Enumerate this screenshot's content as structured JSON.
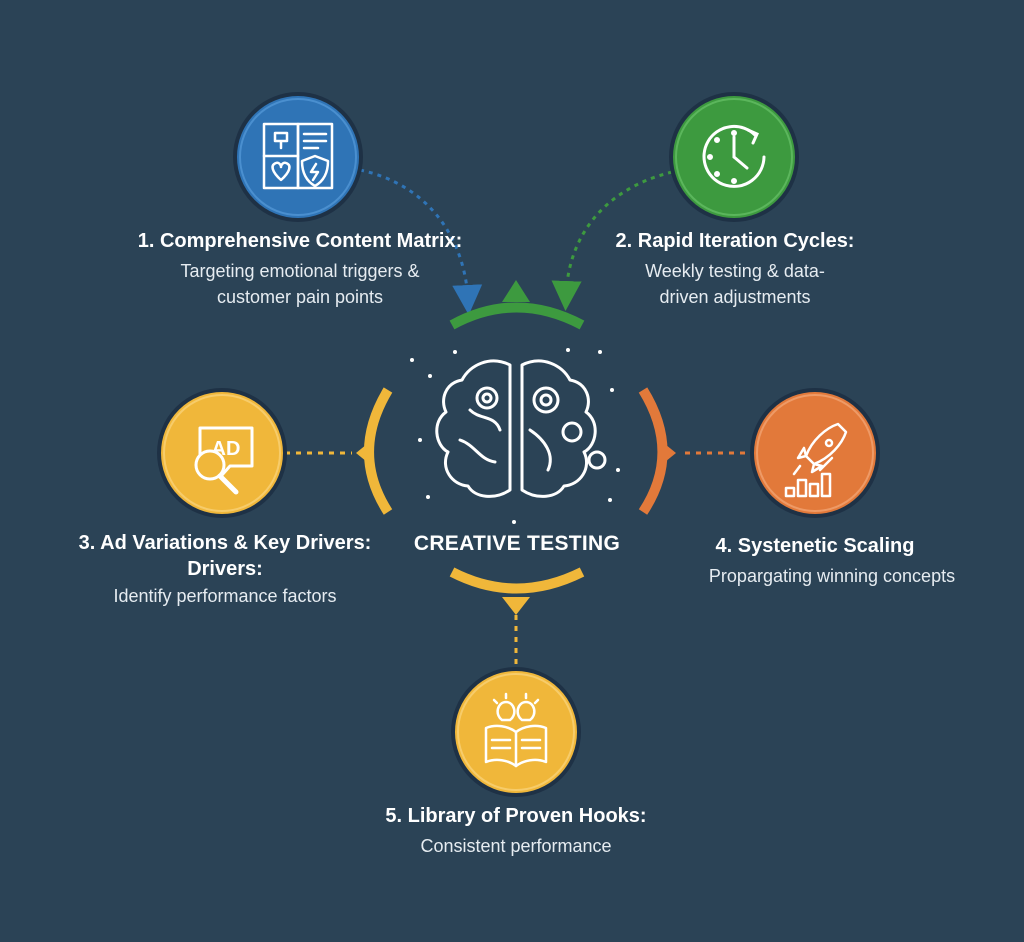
{
  "center": {
    "label": "CREATIVE TESTING"
  },
  "colors": {
    "background": "#2b4356",
    "blue": "#2f74b6",
    "green": "#3d9a3f",
    "yellow": "#f0b73a",
    "orange": "#e2793a"
  },
  "steps": [
    {
      "title": "1. Comprehensive Content Matrix:",
      "desc_line1": "Targeting emotional triggers &",
      "desc_line2": "customer pain points",
      "icon": "content-matrix-icon",
      "color": "#2f74b6"
    },
    {
      "title": "2. Rapid Iteration Cycles:",
      "desc_line1": "Weekly testing & data-",
      "desc_line2": "driven adjustments",
      "icon": "clock-icon",
      "color": "#3d9a3f"
    },
    {
      "title": "3. Ad Variations & Key Drivers:",
      "title_line2": "Drivers:",
      "desc_line1": "Identify performance factors",
      "icon": "ad-search-icon",
      "color": "#f0b73a"
    },
    {
      "title": "4. Systenetic Scaling",
      "desc_line1": "Propargating winning concepts",
      "icon": "rocket-growth-icon",
      "color": "#e2793a"
    },
    {
      "title": "5. Library of Proven Hooks:",
      "desc_line1": "Consistent performance",
      "icon": "book-ideas-icon",
      "color": "#f0b73a"
    }
  ]
}
